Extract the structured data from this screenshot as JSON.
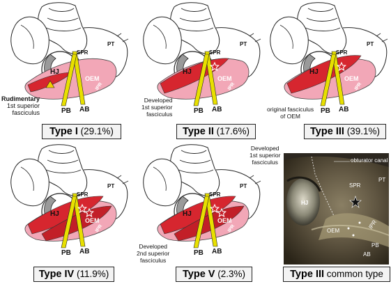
{
  "panels": [
    {
      "type": "Type I",
      "percent": "(29.1%)",
      "stars": 0
    },
    {
      "type": "Type II",
      "percent": "(17.6%)",
      "stars": 1
    },
    {
      "type": "Type III",
      "percent": "(39.1%)",
      "stars": 1
    },
    {
      "type": "Type IV",
      "percent": "(11.9%)",
      "stars": 2
    },
    {
      "type": "Type V",
      "percent": "(2.3%)",
      "stars": 2
    }
  ],
  "labels": {
    "hj": "HJ",
    "spr": "SPR",
    "oem": "OEM",
    "ipr": "IPR",
    "pb": "PB",
    "ab": "AB",
    "pt": "PT"
  },
  "notes": {
    "rudimentary": [
      "Rudimentary",
      "1st superior",
      "fasciculus"
    ],
    "developed_1": [
      "Developed",
      "1st superior",
      "fasciculus"
    ],
    "original": [
      "original fasciculus",
      "of OEM"
    ],
    "developed_2": [
      "Developed",
      "2nd superior",
      "fasciculus"
    ],
    "developed_1b": [
      "Developed",
      "1st superior",
      "fasciculus"
    ]
  },
  "photo": {
    "caption_bold": "Type III",
    "caption_rest": " common type",
    "labels": {
      "obturator": "obturator canal",
      "spr": "SPR",
      "pt": "PT",
      "hj": "HJ",
      "oem": "OEM",
      "ipr": "IPR",
      "pb": "PB",
      "ab": "AB"
    }
  },
  "colors": {
    "muscle_light": "#f2a7b7",
    "muscle_dark": "#d6262f",
    "strap": "#e8e000",
    "bone_fill": "#ffffff",
    "photo_bg": "#3a3426"
  }
}
